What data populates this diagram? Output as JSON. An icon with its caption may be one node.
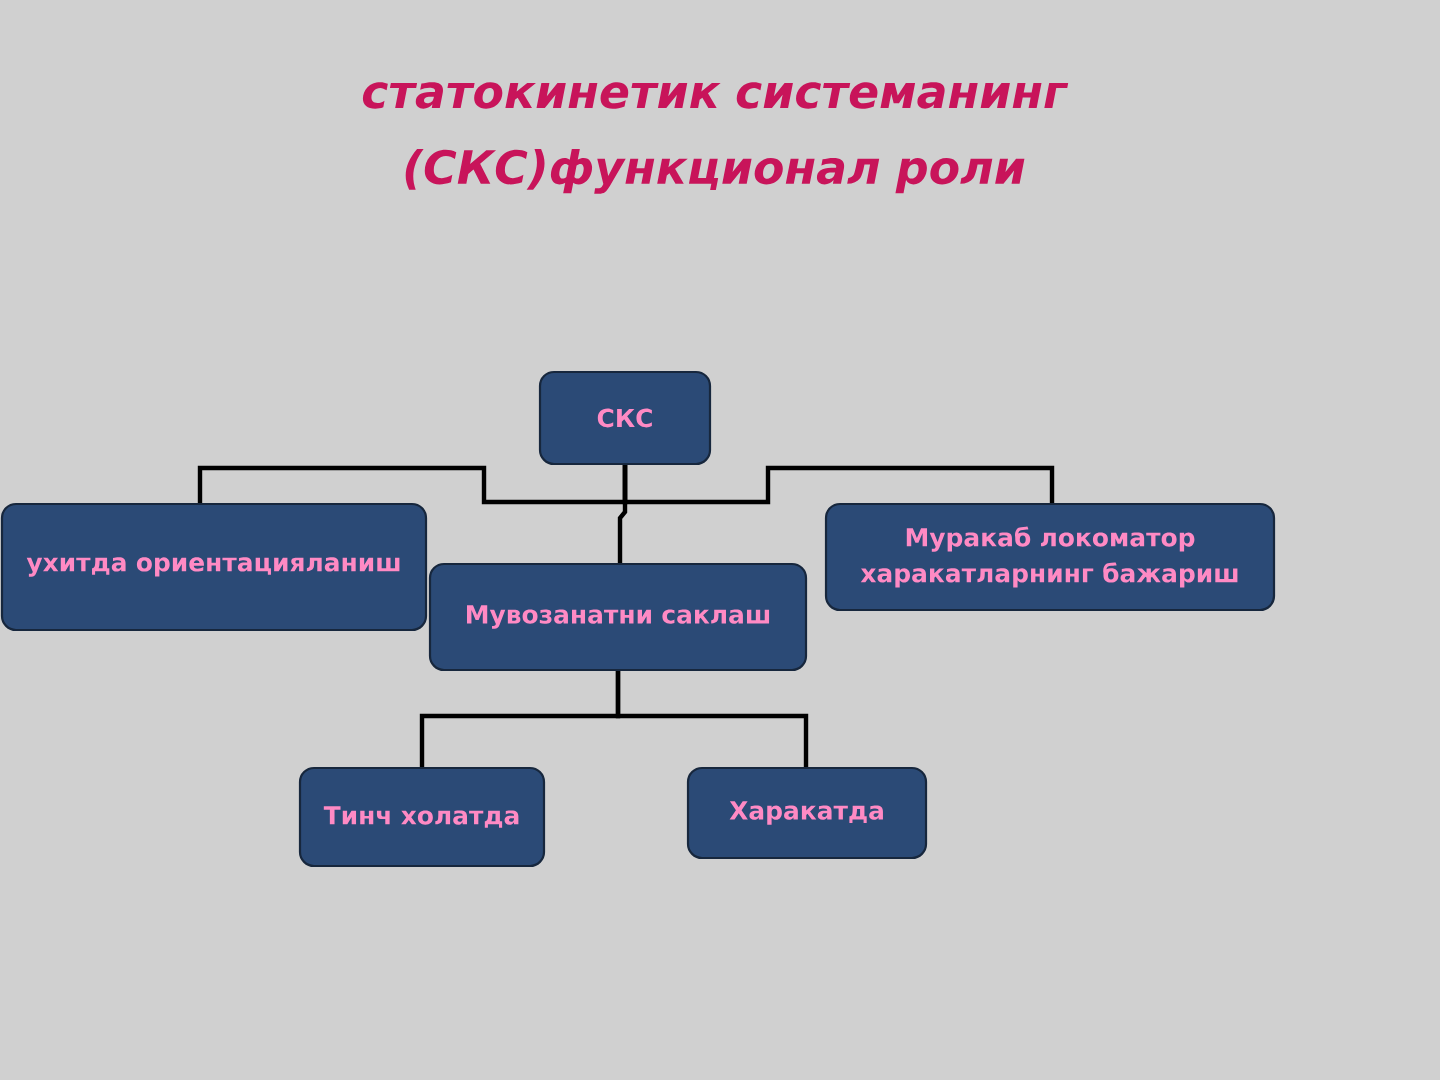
{
  "diagram": {
    "title": "статокинетик системанинг (СКС)функционал роли",
    "nodes": [
      {
        "text": [
          "СКС"
        ]
      },
      {
        "text": [
          "ухитда ориентацияланиш"
        ]
      },
      {
        "text": [
          "Муракаб локоматор харакатларнинг бажариш"
        ]
      },
      {
        "text": [
          "Мувозанатни саклаш"
        ]
      },
      {
        "text": [
          "Тинч холатда"
        ]
      },
      {
        "text": [
          "Харакатда"
        ]
      }
    ],
    "edges": [
      {
        "from": 0,
        "to": 1,
        "arrow": "none"
      },
      {
        "from": 0,
        "to": 2,
        "arrow": "none"
      },
      {
        "from": 0,
        "to": 3,
        "arrow": "none"
      },
      {
        "from": 3,
        "to": 4,
        "arrow": "none"
      },
      {
        "from": 3,
        "to": 5,
        "arrow": "none"
      }
    ]
  }
}
